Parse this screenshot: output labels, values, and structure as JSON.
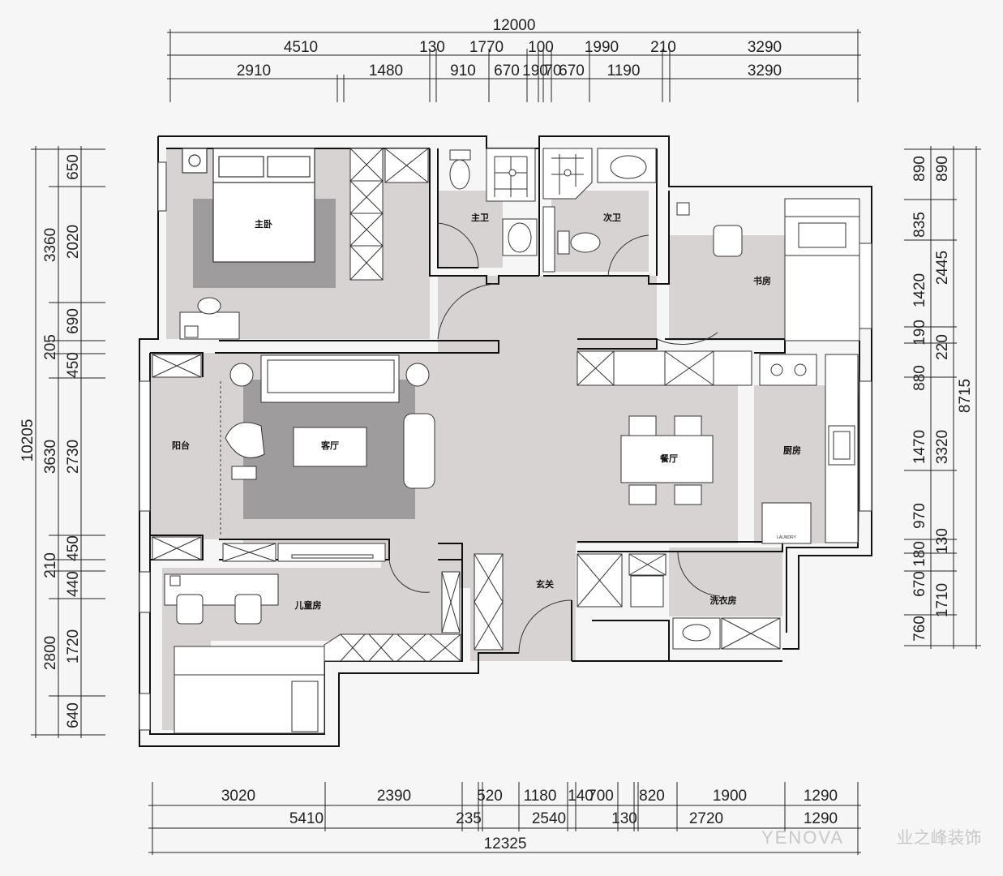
{
  "dimensions": {
    "top_total": "12000",
    "top_row1": [
      "4510",
      "130",
      "1770",
      "100",
      "1990",
      "210",
      "3290"
    ],
    "top_row2": [
      "2910",
      "1480",
      "910",
      "670",
      "190",
      "70",
      "670",
      "1190",
      "3290"
    ],
    "bottom_row1": [
      "3020",
      "2390",
      "520",
      "1180",
      "140",
      "700",
      "820",
      "1900",
      "1290"
    ],
    "bottom_row2": [
      "5410",
      "235",
      "2540",
      "130",
      "2720",
      "1290"
    ],
    "bottom_total": "12325",
    "left_total": "10205",
    "left_mid": [
      "3360",
      "205",
      "3630",
      "210",
      "2800"
    ],
    "left_inner": [
      "650",
      "2020",
      "690",
      "450",
      "2730",
      "450",
      "440",
      "1720",
      "640"
    ],
    "right_total": "8715",
    "right_mid": [
      "890",
      "2445",
      "220",
      "3320",
      "130",
      "1710"
    ],
    "right_inner": [
      "890",
      "835",
      "1420",
      "190",
      "880",
      "1470",
      "970",
      "180",
      "670",
      "760"
    ]
  },
  "rooms": {
    "master_bedroom": "主卧",
    "master_bath": "主卫",
    "second_bath": "次卫",
    "study": "书房",
    "balcony": "阳台",
    "living_room": "客厅",
    "dining_room": "餐厅",
    "kitchen": "厨房",
    "entrance": "玄关",
    "laundry": "洗衣房",
    "kids_room": "儿童房"
  },
  "appliance_label": "LAUNDRY",
  "watermark": {
    "brand_en": "YENOVA",
    "brand_cn": "业之峰装饰"
  }
}
